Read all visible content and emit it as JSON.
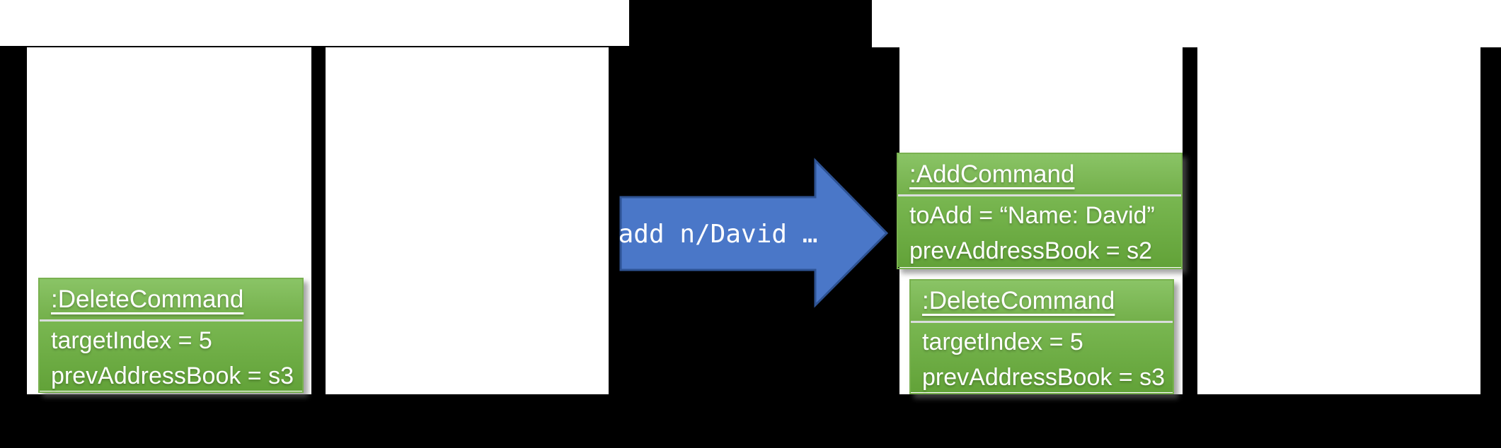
{
  "colors": {
    "bg": "#000000",
    "panel": "#ffffff",
    "box_header_top": "#8ac466",
    "box_header_bottom": "#74b04b",
    "box_body_top": "#79b751",
    "box_body_bottom": "#62a238",
    "box_border": "#79b150",
    "box_divider": "#d9dddc",
    "box_text": "#ffffff",
    "arrow_fill": "#4a77c8",
    "arrow_border": "#2e5394",
    "arrow_text": "#ffffff"
  },
  "arrow": {
    "label": "add n/David …"
  },
  "boxes": [
    {
      "title": ":DeleteCommand",
      "fields": [
        "targetIndex = 5",
        "prevAddressBook = s3"
      ]
    },
    {
      "title": ":AddCommand",
      "fields": [
        "toAdd = “Name: David”",
        "prevAddressBook = s2"
      ]
    },
    {
      "title": ":DeleteCommand",
      "fields": [
        "targetIndex = 5",
        "prevAddressBook = s3"
      ]
    }
  ]
}
